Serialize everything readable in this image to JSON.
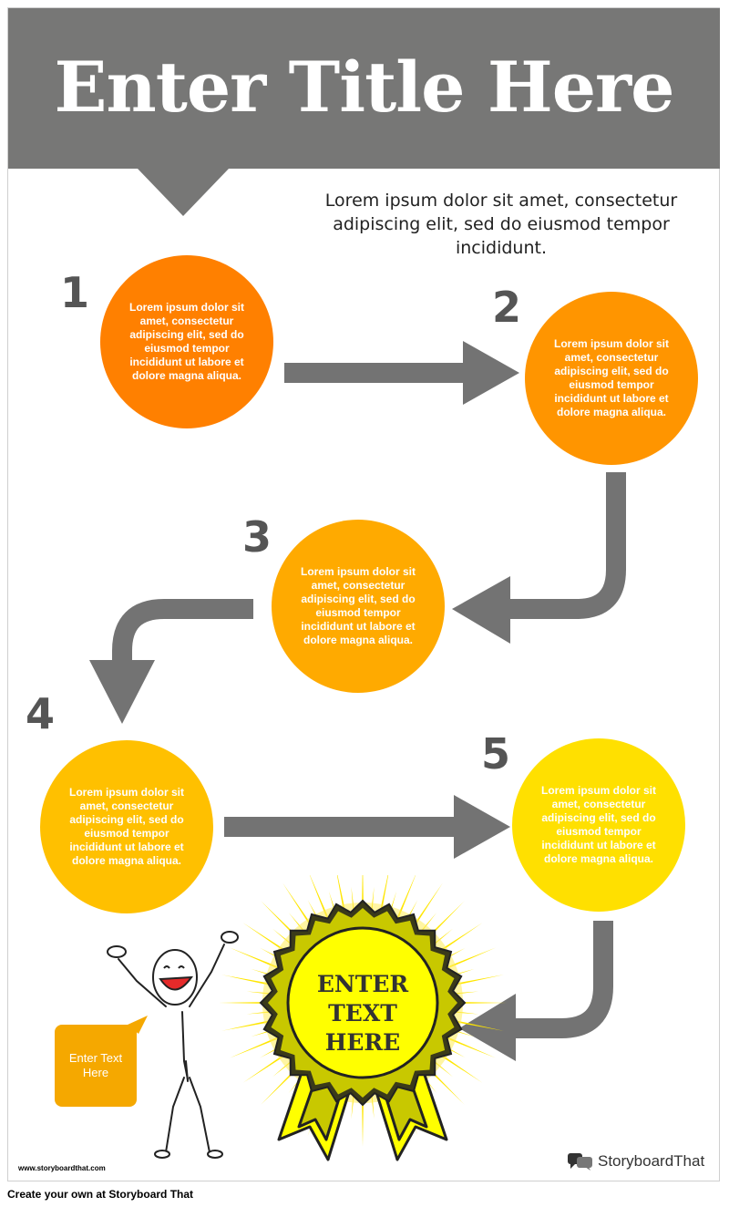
{
  "header": {
    "title": "Enter Title Here"
  },
  "intro": "Lorem ipsum dolor sit amet, consectetur adipiscing elit, sed do eiusmod tempor incididunt.",
  "steps": [
    {
      "number": "1",
      "text": "Lorem ipsum dolor sit amet, consectetur adipiscing elit, sed do eiusmod tempor incididunt ut labore et dolore magna aliqua.",
      "color": "#ff8000"
    },
    {
      "number": "2",
      "text": "Lorem ipsum dolor sit amet, consectetur adipiscing elit, sed do eiusmod tempor incididunt ut labore et dolore magna aliqua.",
      "color": "#ff9500"
    },
    {
      "number": "3",
      "text": "Lorem ipsum dolor sit amet, consectetur adipiscing elit, sed do eiusmod tempor incididunt ut labore et dolore magna aliqua.",
      "color": "#ffaa00"
    },
    {
      "number": "4",
      "text": "Lorem ipsum dolor sit amet, consectetur adipiscing elit, sed do eiusmod tempor incididunt ut labore et dolore magna aliqua.",
      "color": "#ffc000"
    },
    {
      "number": "5",
      "text": "Lorem ipsum dolor sit amet, consectetur adipiscing elit, sed do eiusmod tempor incididunt ut labore et dolore magna aliqua.",
      "color": "#ffe000"
    }
  ],
  "speech_bubble": {
    "text": "Enter Text Here"
  },
  "badge": {
    "text": "ENTER TEXT HERE"
  },
  "watermark": {
    "url": "www.storyboardthat.com",
    "brand": "StoryboardThat"
  },
  "footer": {
    "text": "Create your own at Storyboard That"
  },
  "colors": {
    "banner": "#777776",
    "arrow": "#737373",
    "badge_fill": "#ffff00",
    "badge_outline": "#3a3a1a"
  }
}
